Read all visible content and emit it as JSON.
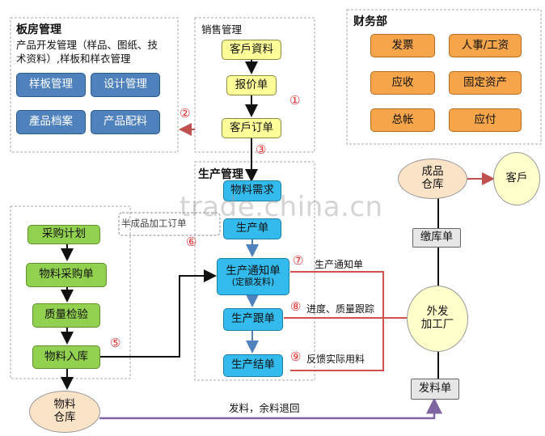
{
  "sections": {
    "board": "板房管理",
    "board_desc_1": "产品开发管理（样品、图纸、技",
    "board_desc_2": "术资料）,样板和样衣管理",
    "sales": "销售管理",
    "finance": "财务部",
    "production": "生产管理"
  },
  "board_nodes": [
    "样板管理",
    "设计管理",
    "產品档案",
    "产品配料"
  ],
  "sales_nodes": [
    "客戶資料",
    "报价单",
    "客戶订单"
  ],
  "finance_nodes": [
    "发票",
    "人事/工资",
    "应收",
    "固定资产",
    "总帐",
    "应付"
  ],
  "production_nodes": {
    "material_req": "物料需求",
    "prod_order": "生产单",
    "notice_line1": "生产通知单",
    "notice_line2": "(定额发料)",
    "track": "生产跟单",
    "settle": "生产结单"
  },
  "purchase_nodes": [
    "采购计划",
    "物料采购单",
    "质量检验",
    "物料入库"
  ],
  "warehouse_material": [
    "物料",
    "仓库"
  ],
  "warehouse_goods": [
    "成品",
    "仓库"
  ],
  "customer": "客戶",
  "stock_in": "缴库单",
  "issue_doc": "发料单",
  "outsource": [
    "外发",
    "加工厂"
  ],
  "semi_order": "半成品加工订单",
  "annotations": {
    "a7": "生产通知单",
    "a8": "进度、质量跟踪",
    "a9": "反馈实际用料",
    "bottom": "发料，余料退回"
  },
  "step_numbers": [
    "①",
    "②",
    "③",
    "⑤",
    "⑥",
    "⑦",
    "⑧",
    "⑨"
  ],
  "watermark": "trade.china.cn",
  "colors": {
    "blue": "#4f81bd",
    "yellow": "#ffff99",
    "orange": "#f7a54a",
    "green": "#92d050",
    "cyan": "#33bbee",
    "arrow_red": "#c0504d",
    "line_red": "#d05050",
    "line_purple": "#8064a2"
  }
}
